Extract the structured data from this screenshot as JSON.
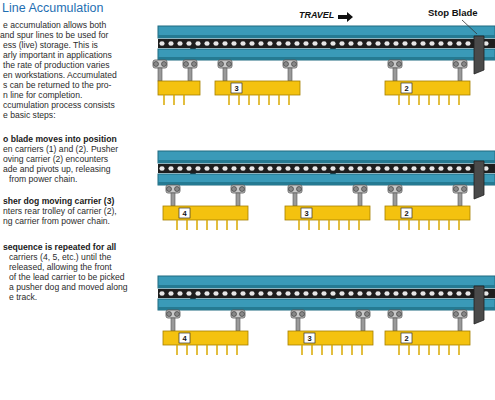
{
  "diagram": {
    "title": "Line Accumulation",
    "labels": [
      "e accumulation allows both",
      "and spur lines to be used for",
      "ess (live) storage. This is",
      "arly important in applications",
      "the rate of production varies",
      "en workstations. Accumulated",
      "s can be returned to the pro-",
      "n line for completion.",
      "ccumulation process consists",
      "e basic steps:",
      "o blade moves into position",
      "en carriers (1) and (2). Pusher",
      "oving carrier (2) encounters",
      "ade and pivots up, releasing",
      "from power chain.",
      "sher dog moving carrier (3)",
      "nters rear trolley of carrier (2),",
      "ng carrier from power chain.",
      "sequence is repeated for all",
      "carriers (4, 5, etc.) until the",
      "released, allowing the front",
      "of the lead carrier to be picked",
      "a pusher dog and moved along",
      "e track.",
      "TRAVEL",
      "Stop Blade",
      "3",
      "2",
      "4",
      "3",
      "2",
      "4",
      "3",
      "2"
    ]
  }
}
